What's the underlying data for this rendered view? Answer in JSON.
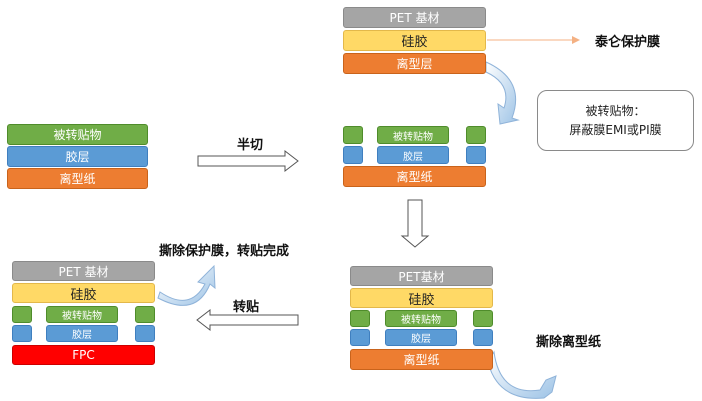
{
  "layer_labels": {
    "adherend": "被转贴物",
    "adhesive": "胶层",
    "release_paper": "离型纸",
    "pet": "PET 基材",
    "pet_nospace": "PET基材",
    "silicone": "硅胶",
    "release_layer": "离型层",
    "fpc": "FPC"
  },
  "step_labels": {
    "half_cut": "半切",
    "transfer": "转贴",
    "tesa_film": "泰仑保护膜",
    "peel_release": "撕除离型纸",
    "peel_protective": "撕除保护膜，转贴完成"
  },
  "note": {
    "line1": "被转贴物：",
    "line2": "屏蔽膜EMI或PI膜"
  },
  "colors": {
    "green": "#70ad47",
    "blue": "#5b9bd5",
    "orange": "#ed7d31",
    "gray": "#a5a5a5",
    "yellow": "#ffd966",
    "red": "#ff0000",
    "arrow_blue": "#9dc3e6"
  }
}
